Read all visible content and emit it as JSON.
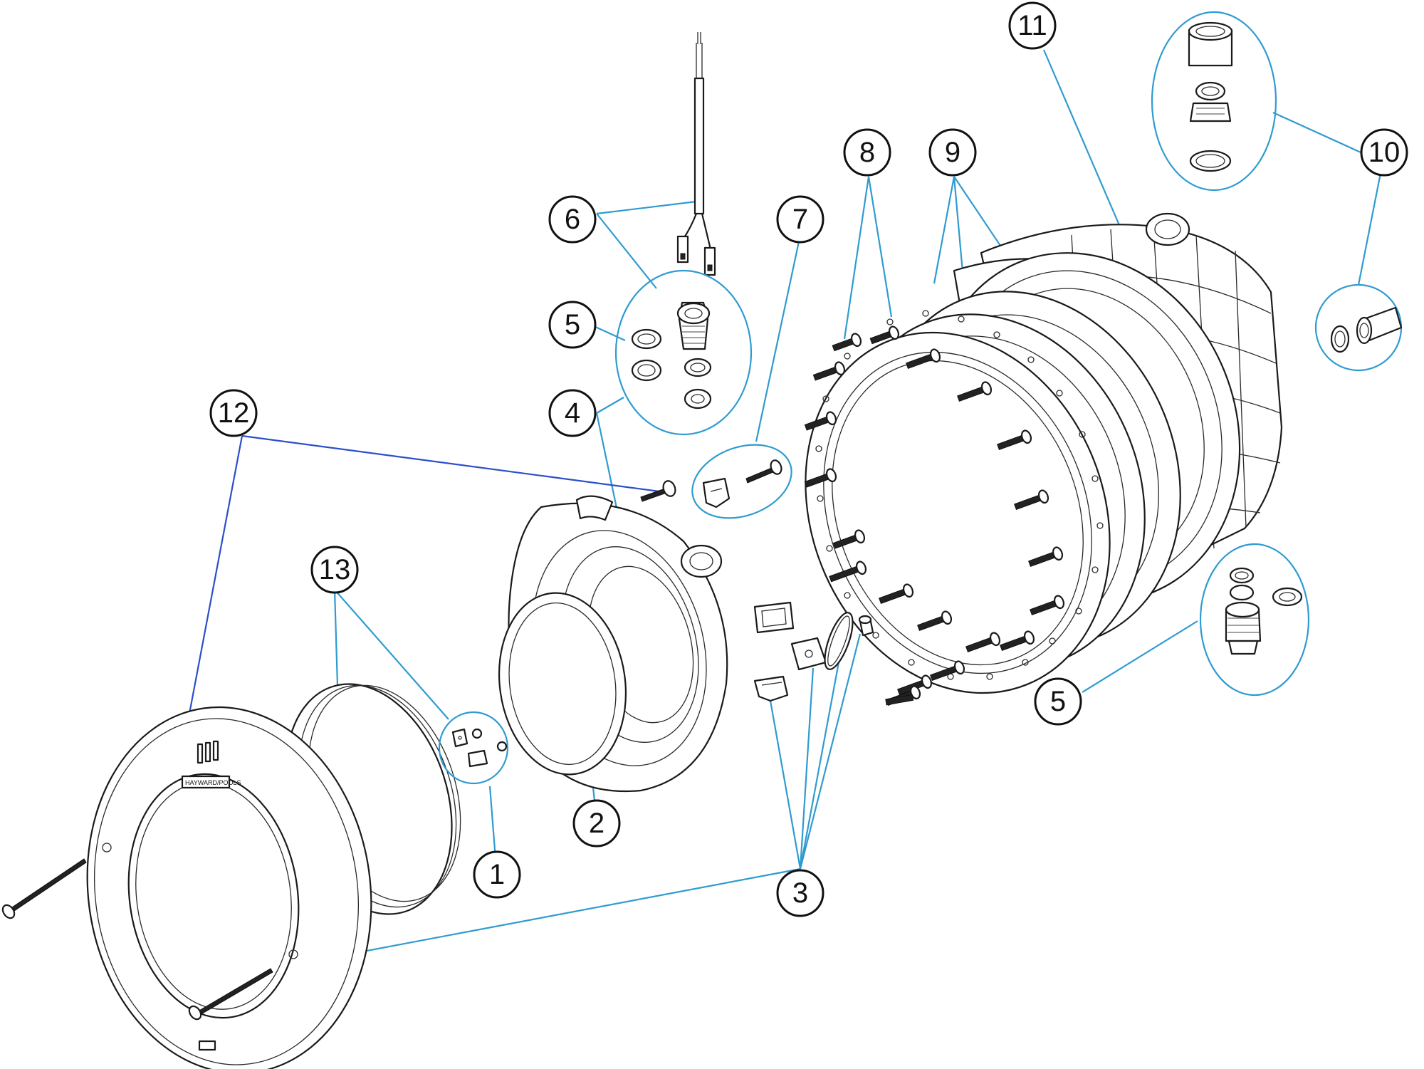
{
  "diagram": {
    "type": "exploded-parts-view",
    "colors": {
      "leader": "#2f9bd0",
      "leader_dark": "#2b4fc9",
      "outline": "#1a1a1a",
      "background": "#ffffff"
    },
    "callouts": [
      {
        "id": "c1",
        "label": "1"
      },
      {
        "id": "c2",
        "label": "2"
      },
      {
        "id": "c3",
        "label": "3"
      },
      {
        "id": "c4",
        "label": "4"
      },
      {
        "id": "c5a",
        "label": "5"
      },
      {
        "id": "c5b",
        "label": "5"
      },
      {
        "id": "c6",
        "label": "6"
      },
      {
        "id": "c7",
        "label": "7"
      },
      {
        "id": "c8",
        "label": "8"
      },
      {
        "id": "c9",
        "label": "9"
      },
      {
        "id": "c10",
        "label": "10"
      },
      {
        "id": "c11",
        "label": "11"
      },
      {
        "id": "c12",
        "label": "12"
      },
      {
        "id": "c13",
        "label": "13"
      }
    ],
    "nameplate_text": "HAYWARD/POOLS"
  }
}
